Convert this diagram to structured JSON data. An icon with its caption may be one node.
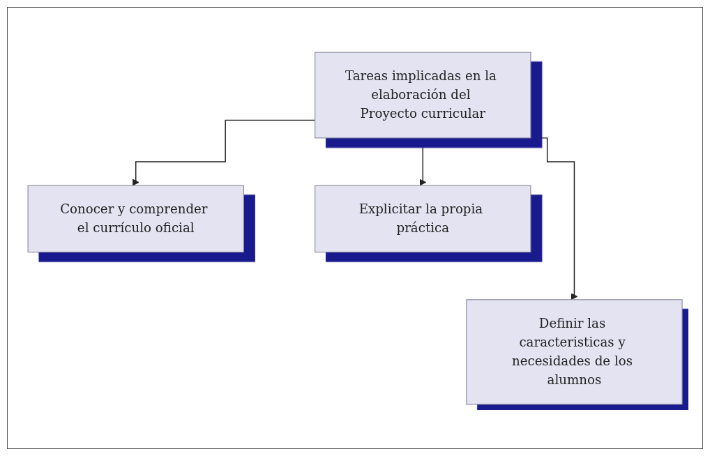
{
  "diagram": {
    "nodes": [
      {
        "text": [
          "Tareas implicadas en la elaboración del Proyecto curricular"
        ]
      },
      {
        "text": [
          "Conocer y comprender el currículo oficial"
        ]
      },
      {
        "text": [
          "Explicitar la propia práctica"
        ]
      },
      {
        "text": [
          "Definir las caracteristicas y necesidades de los alumnos"
        ]
      }
    ],
    "edges": [
      {
        "from": 0,
        "to": 1,
        "arrow": "to"
      },
      {
        "from": 0,
        "to": 2,
        "arrow": "to"
      },
      {
        "from": 0,
        "to": 3,
        "arrow": "to"
      }
    ]
  }
}
